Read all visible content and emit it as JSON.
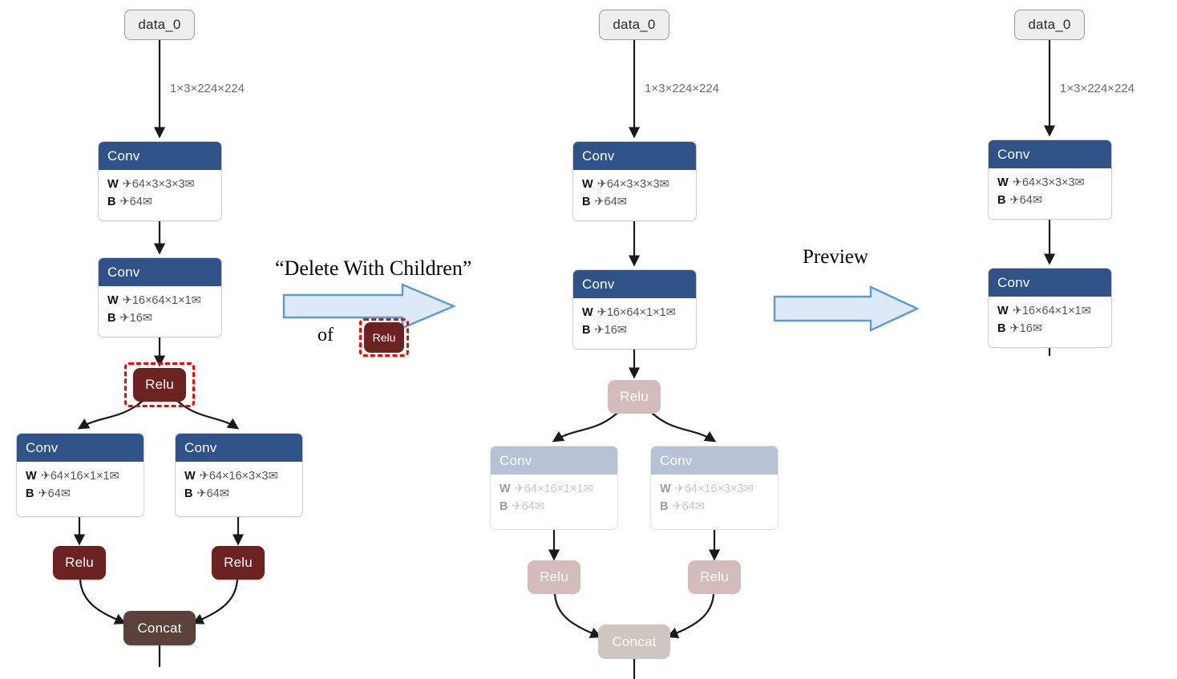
{
  "colors": {
    "conv_header": "#2f5288",
    "conv_header_faded": "#b6c3d7",
    "relu": "#6b2220",
    "relu_faded": "#d4bcbc",
    "concat": "#5a413a",
    "concat_faded": "#cdc6c1",
    "io_fill": "#eeeeee",
    "io_border": "#9a9a9a",
    "selection": "#ff0000",
    "arrow_fill": "#dce9f7",
    "arrow_stroke": "#5b9bd5",
    "edge": "#1a1a1a",
    "edge_label": "#6b6b6b"
  },
  "annotations": {
    "step1_title": "“Delete With Children”",
    "step1_of": "of",
    "step1_chip": "Relu",
    "step2_title": "Preview"
  },
  "edge_labels": {
    "input_shape": "1×3×224×224"
  },
  "graphs": [
    {
      "id": "before",
      "nodes": [
        {
          "id": "data0",
          "type": "io",
          "label": "data_0",
          "faded": false
        },
        {
          "id": "conv1",
          "type": "op",
          "label": "Conv",
          "faded": false,
          "attrs": [
            {
              "key": "W",
              "value": "✈64×3×3×3✉"
            },
            {
              "key": "B",
              "value": "✈64✉"
            }
          ]
        },
        {
          "id": "conv2",
          "type": "op",
          "label": "Conv",
          "faded": false,
          "attrs": [
            {
              "key": "W",
              "value": "✈16×64×1×1✉"
            },
            {
              "key": "B",
              "value": "✈16✉"
            }
          ]
        },
        {
          "id": "relu1",
          "type": "pill",
          "label": "Relu",
          "faded": false,
          "selected": true
        },
        {
          "id": "conv3",
          "type": "op",
          "label": "Conv",
          "faded": false,
          "attrs": [
            {
              "key": "W",
              "value": "✈64×16×1×1✉"
            },
            {
              "key": "B",
              "value": "✈64✉"
            }
          ]
        },
        {
          "id": "conv4",
          "type": "op",
          "label": "Conv",
          "faded": false,
          "attrs": [
            {
              "key": "W",
              "value": "✈64×16×3×3✉"
            },
            {
              "key": "B",
              "value": "✈64✉"
            }
          ]
        },
        {
          "id": "relu2",
          "type": "pill",
          "label": "Relu",
          "faded": false
        },
        {
          "id": "relu3",
          "type": "pill",
          "label": "Relu",
          "faded": false
        },
        {
          "id": "concat",
          "type": "pill",
          "label": "Concat",
          "faded": false
        }
      ]
    },
    {
      "id": "selected",
      "nodes": [
        {
          "id": "data0",
          "type": "io",
          "label": "data_0",
          "faded": false
        },
        {
          "id": "conv1",
          "type": "op",
          "label": "Conv",
          "faded": false,
          "attrs": [
            {
              "key": "W",
              "value": "✈64×3×3×3✉"
            },
            {
              "key": "B",
              "value": "✈64✉"
            }
          ]
        },
        {
          "id": "conv2",
          "type": "op",
          "label": "Conv",
          "faded": false,
          "attrs": [
            {
              "key": "W",
              "value": "✈16×64×1×1✉"
            },
            {
              "key": "B",
              "value": "✈16✉"
            }
          ]
        },
        {
          "id": "relu1",
          "type": "pill",
          "label": "Relu",
          "faded": true
        },
        {
          "id": "conv3",
          "type": "op",
          "label": "Conv",
          "faded": true,
          "attrs": [
            {
              "key": "W",
              "value": "✈64×16×1×1✉"
            },
            {
              "key": "B",
              "value": "✈64✉"
            }
          ]
        },
        {
          "id": "conv4",
          "type": "op",
          "label": "Conv",
          "faded": true,
          "attrs": [
            {
              "key": "W",
              "value": "✈64×16×3×3✉"
            },
            {
              "key": "B",
              "value": "✈64✉"
            }
          ]
        },
        {
          "id": "relu2",
          "type": "pill",
          "label": "Relu",
          "faded": true
        },
        {
          "id": "relu3",
          "type": "pill",
          "label": "Relu",
          "faded": true
        },
        {
          "id": "concat",
          "type": "pill",
          "label": "Concat",
          "faded": true
        }
      ]
    },
    {
      "id": "after",
      "nodes": [
        {
          "id": "data0",
          "type": "io",
          "label": "data_0",
          "faded": false
        },
        {
          "id": "conv1",
          "type": "op",
          "label": "Conv",
          "faded": false,
          "attrs": [
            {
              "key": "W",
              "value": "✈64×3×3×3✉"
            },
            {
              "key": "B",
              "value": "✈64✉"
            }
          ]
        },
        {
          "id": "conv2",
          "type": "op",
          "label": "Conv",
          "faded": false,
          "attrs": [
            {
              "key": "W",
              "value": "✈16×64×1×1✉"
            },
            {
              "key": "B",
              "value": "✈16✉"
            }
          ]
        }
      ]
    }
  ]
}
